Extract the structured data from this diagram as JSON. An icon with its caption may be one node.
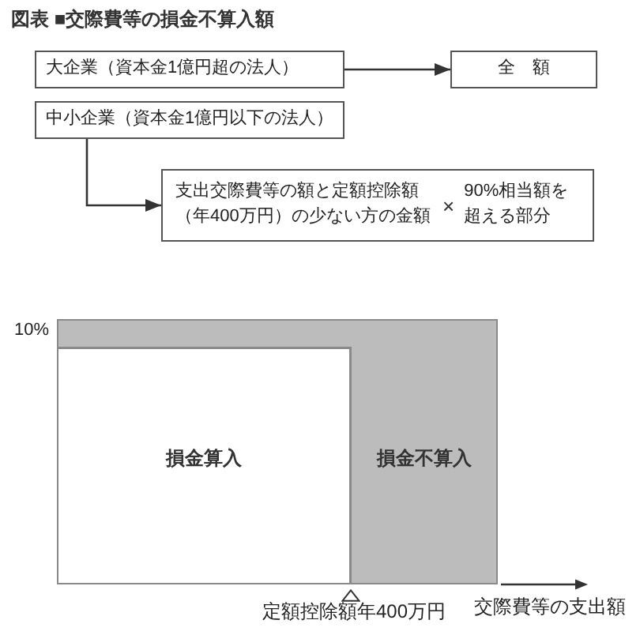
{
  "diagram": {
    "title": "図表 ■交際費等の損金不算入額",
    "nodes": [
      {
        "text": [
          "大企業（資本金1億円超の法人）"
        ]
      },
      {
        "text": [
          "全　額"
        ]
      },
      {
        "text": [
          "中小企業（資本金1億円以下の法人）"
        ]
      },
      {
        "text": [
          "支出交際費等の額と定額控除額（年400万円）の少ない方の金額",
          "×",
          "90%相当額を超える部分"
        ]
      },
      {
        "text": [
          "損金算入"
        ]
      },
      {
        "text": [
          "損金不算入"
        ]
      }
    ],
    "edges": [
      {
        "from": 0,
        "to": 1,
        "arrow": "to"
      },
      {
        "from": 2,
        "to": 3,
        "arrow": "to"
      }
    ],
    "labels": [
      "10%",
      "定額控除額年400万円",
      "交際費等の支出額"
    ]
  }
}
